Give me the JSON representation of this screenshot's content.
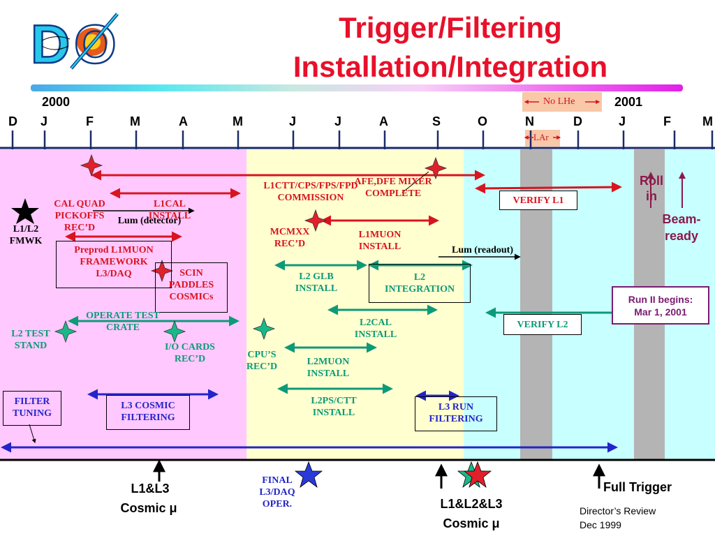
{
  "title": {
    "line1": "Trigger/Filtering",
    "line2": "Installation/Integration"
  },
  "logo": {
    "letters": "DØ"
  },
  "years": {
    "y2000": "2000",
    "y2001": "2001"
  },
  "months": [
    "D",
    "J",
    "F",
    "M",
    "A",
    "M",
    "J",
    "J",
    "A",
    "S",
    "O",
    "N",
    "D",
    "J",
    "F",
    "M"
  ],
  "headers": {
    "no_lhe": "No LHe",
    "lar": "LAr"
  },
  "labels": {
    "l1ctt": "L1CTT/CPS/FPS/FPD COMMISSION",
    "cal_quad": "CAL QUAD PICKOFFS REC’D",
    "l1cal": "L1CAL INSTALL",
    "lum_detector": "Lum (detector)",
    "l1l2_fmwk": "L1/L2 FMWK",
    "afe": "AFE,DFE MIXER COMPLETE",
    "verify_l1": "VERIFY L1",
    "roll_in": "Roll in",
    "beam_ready": "Beam-ready",
    "mcmxx": "MCMXX REC’D",
    "l1muon": "L1MUON INSTALL",
    "lum_readout": "Lum (readout)",
    "preprod": "Preprod L1MUON FRAMEWORK L3/DAQ",
    "scin": "SCIN PADDLES COSMICs",
    "l2glb": "L2 GLB INSTALL",
    "l2int": "L2 INTEGRATION",
    "run2": "Run II begins: Mar 1, 2001",
    "operate": "OPERATE TEST CRATE",
    "l2test": "L2 TEST STAND",
    "io_cards": "I/O CARDS REC’D",
    "l2cal": "L2CAL INSTALL",
    "verify_l2": "VERIFY L2",
    "cpus": "CPU’S REC’D",
    "l2muon": "L2MUON INSTALL",
    "filter_tuning": "FILTER TUNING",
    "l3cosmic": "L3 COSMIC FILTERING",
    "l2ps": "L2PS/CTT INSTALL",
    "l3run": "L3  RUN FILTERING",
    "l1l3": "L1&L3",
    "cosmic1": "Cosmic μ",
    "final": "FINAL L3/DAQ OPER.",
    "l1l2l3": "L1&L2&L3",
    "cosmic2": "Cosmic μ",
    "full_trigger": "Full Trigger",
    "directors": "Director’s Review",
    "dec": "Dec 1999"
  },
  "colors": {
    "red": "#d8141f",
    "teal": "#0d9a78",
    "blue": "#2424c8",
    "pink": "#ffc8ff",
    "cream": "#ffffd0",
    "cyan": "#c8ffff",
    "gray": "#b4b4b4",
    "maroon": "#8a1a4a",
    "purple": "#7a1a70"
  }
}
